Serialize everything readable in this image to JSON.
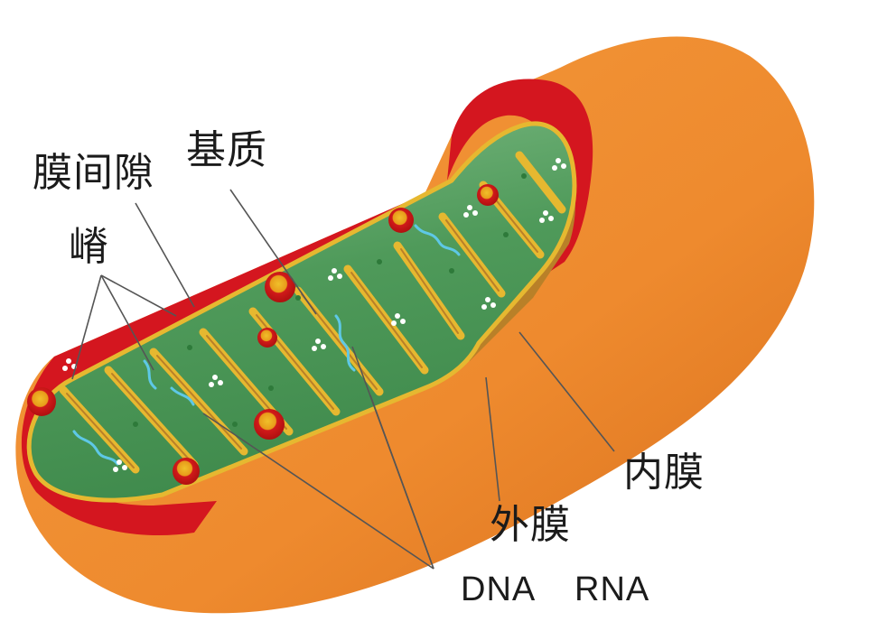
{
  "diagram": {
    "labels": {
      "intermembrane_space": "膜间隙",
      "matrix": "基质",
      "cristae": "嵴",
      "inner_membrane": "内膜",
      "outer_membrane": "外膜",
      "dna": "DNA",
      "rna": "RNA"
    },
    "colors": {
      "outer_membrane": "#ee8a2e",
      "outer_shadow": "#d96f1c",
      "intermembrane": "#d4161f",
      "inner_membrane": "#e6b830",
      "matrix": "#4f9a5a",
      "matrix_light": "#8cc48e",
      "ribosome_red": "#d11a1a",
      "ribosome_gold": "#f0c02a",
      "dna_strand": "#5ec8e6",
      "granule": "#ffffff",
      "inner_cut_face": "#b98028",
      "leader_line": "#555555"
    }
  }
}
